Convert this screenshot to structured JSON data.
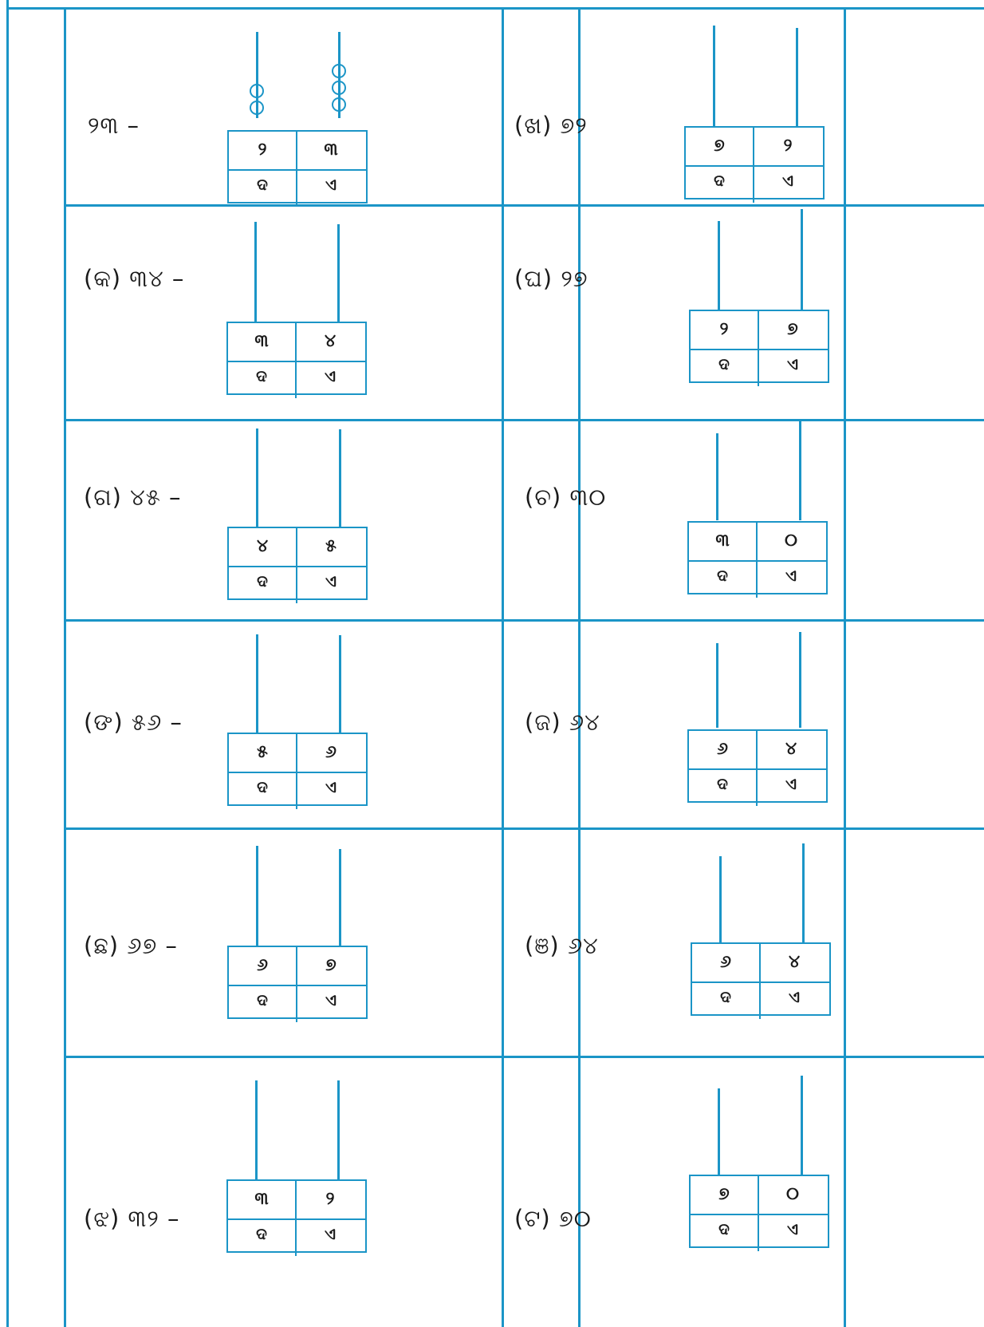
{
  "colors": {
    "rule": "#1b95c7",
    "text": "#1a1a1a"
  },
  "header": {
    "tens": "ଦ",
    "ones": "ଏ"
  },
  "left": [
    {
      "label": "୨୩ –",
      "tens": "୨",
      "ones": "୩",
      "beads_tens": 2,
      "beads_ones": 3
    },
    {
      "label": "(କ) ୩୪ –",
      "tens": "୩",
      "ones": "୪"
    },
    {
      "label": "(ଗ) ୪୫ –",
      "tens": "୪",
      "ones": "୫"
    },
    {
      "label": "(ଙ) ୫୬ –",
      "tens": "୫",
      "ones": "୬"
    },
    {
      "label": "(ଛ) ୬୭ –",
      "tens": "୬",
      "ones": "୭"
    },
    {
      "label": "(ଝ) ୩୨ –",
      "tens": "୩",
      "ones": "୨"
    }
  ],
  "right": [
    {
      "label": "(ଖ)  ୭୨",
      "tens": "୭",
      "ones": "୨"
    },
    {
      "label": "(ଘ)   ୨୭",
      "tens": "୨",
      "ones": "୭"
    },
    {
      "label": "(ଚ)  ୩୦",
      "tens": "୩",
      "ones": "୦"
    },
    {
      "label": "(ଜ)   ୬୪",
      "tens": "୬",
      "ones": "୪"
    },
    {
      "label": "(ଞ)   ୬୪",
      "tens": "୬",
      "ones": "୪"
    },
    {
      "label": "(ଟ)   ୭୦",
      "tens": "୭",
      "ones": "୦"
    }
  ]
}
